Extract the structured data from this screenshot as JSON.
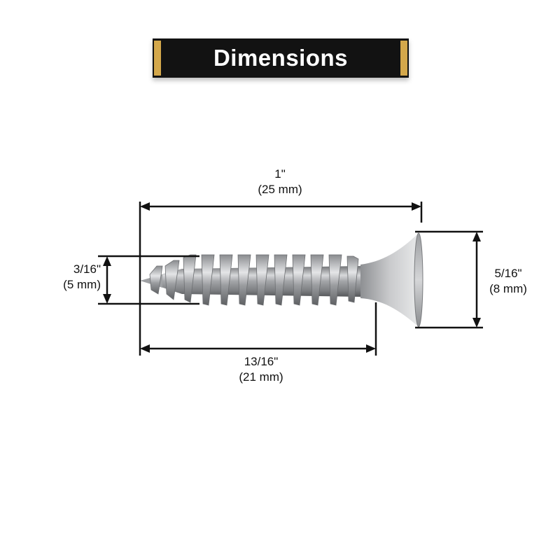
{
  "title": "Dimensions",
  "dimensions": {
    "overall_length": {
      "imperial": "1\"",
      "metric": "(25 mm)"
    },
    "thread_length": {
      "imperial": "13/16\"",
      "metric": "(21 mm)"
    },
    "shank_diameter": {
      "imperial": "3/16\"",
      "metric": "(5 mm)"
    },
    "head_diameter": {
      "imperial": "5/16\"",
      "metric": "(8 mm)"
    }
  },
  "colors": {
    "banner": "#121212",
    "banner_accent": "#d4a84b",
    "dimension_lines": "#111111",
    "screw_metal": "#a9abae"
  }
}
